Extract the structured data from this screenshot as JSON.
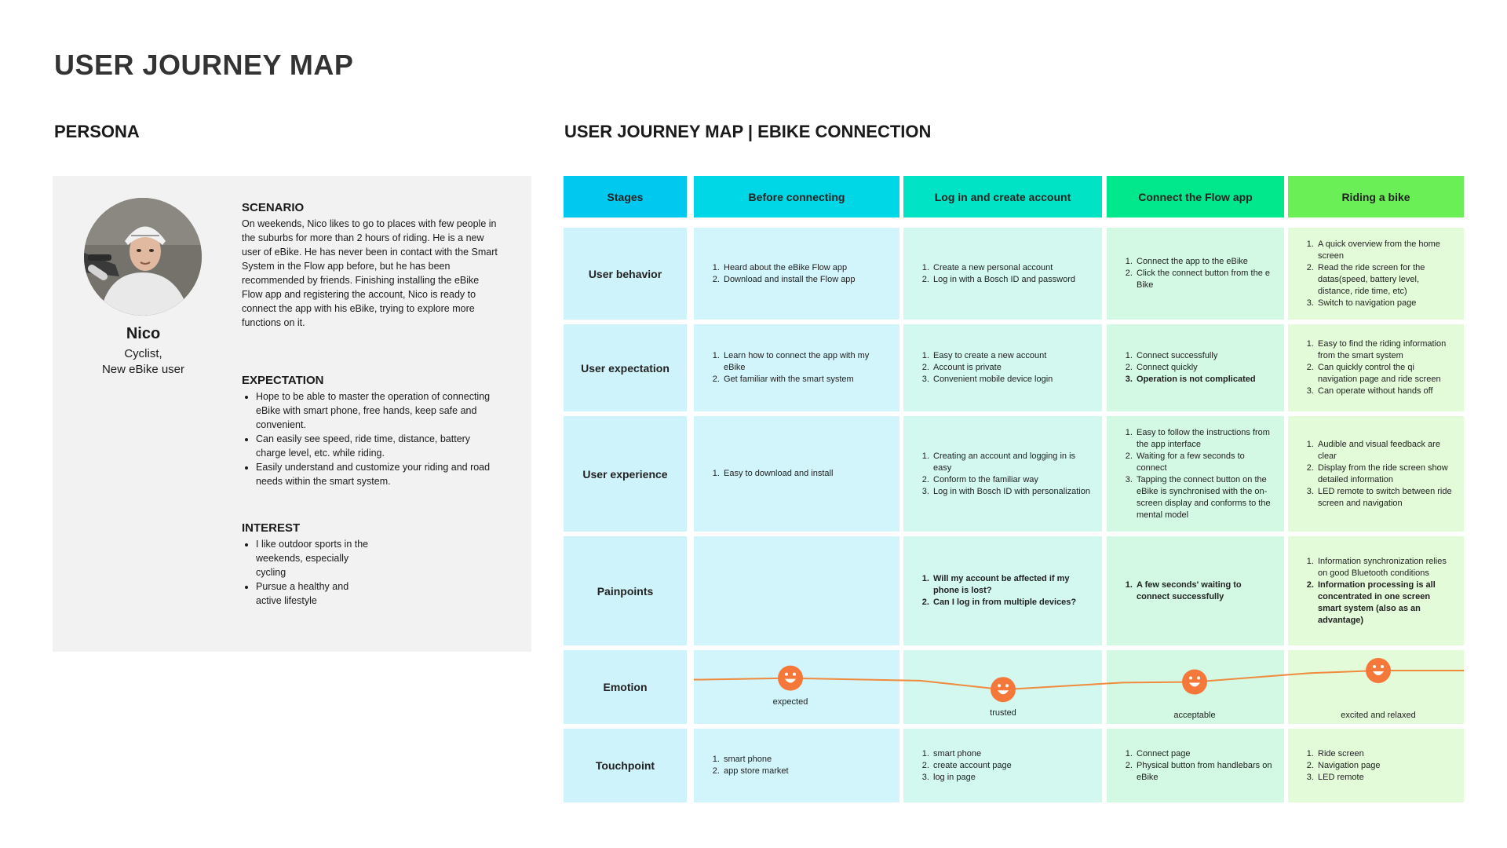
{
  "titles": {
    "main": "USER JOURNEY MAP",
    "persona": "PERSONA",
    "map": "USER JOURNEY MAP | EBIKE CONNECTION"
  },
  "persona": {
    "name": "Nico",
    "role_line1": "Cyclist,",
    "role_line2": "New eBike user",
    "scenario_title": "SCENARIO",
    "scenario_text": "On weekends, Nico likes to go to places with few people in the suburbs for more than 2 hours of riding. He is a new user of eBike. He has never been in contact with the Smart System in the Flow app before, but he has been recommended by friends. Finishing installing the eBike Flow app and registering the account, Nico is ready to connect the app with his eBike, trying to explore more functions on it.",
    "expectation_title": "EXPECTATION",
    "expectation_items": [
      "Hope to be able to master the operation of connecting eBike with smart phone, free hands, keep safe and convenient.",
      "Can easily see speed, ride time, distance, battery charge level, etc. while riding.",
      "Easily understand and customize your riding and road needs within the smart system."
    ],
    "interest_title": "INTEREST",
    "interest_items": [
      "I like outdoor sports in the weekends, especially cycling",
      "Pursue a healthy and active lifestyle"
    ]
  },
  "journey": {
    "stage_header": "Stages",
    "stages": [
      "Before connecting",
      "Log in and create account",
      "Connect the Flow app",
      "Riding a bike"
    ],
    "row_labels": {
      "behavior": "User behavior",
      "expectation": "User expectation",
      "experience": "User experience",
      "painpoints": "Painpoints",
      "emotion": "Emotion",
      "touchpoint": "Touchpoint"
    },
    "behavior": [
      [
        "Heard about the eBike Flow app",
        "Download and install the Flow app"
      ],
      [
        "Create a new personal account",
        "Log in with a Bosch ID and password"
      ],
      [
        "Connect the app to the eBike",
        "Click the connect button from the e Bike"
      ],
      [
        "A quick overview from the home screen",
        "Read the ride screen for the datas(speed, battery level, distance, ride time, etc)",
        "Switch to navigation page"
      ]
    ],
    "expectation": [
      [
        "Learn how to connect the app with my eBike",
        "Get familiar with the smart system"
      ],
      [
        "Easy to create a new account",
        "Account is private",
        "Convenient mobile device login"
      ],
      [
        "Connect successfully",
        "Connect quickly",
        "Operation is not complicated"
      ],
      [
        "Easy to find the riding information from the smart system",
        "Can quickly control the qi navigation page and ride screen",
        "Can operate without hands off"
      ]
    ],
    "experience": [
      [
        "Easy to download and install"
      ],
      [
        "Creating an account and logging in is easy",
        "Conform to the familiar way",
        "Log in with Bosch ID with personalization"
      ],
      [
        "Easy to follow the instructions from the app interface",
        "Waiting for a few seconds to connect",
        "Tapping the connect button on the eBike is synchronised with the on-screen display and conforms to the mental model"
      ],
      [
        "Audible and visual feedback are clear",
        "Display from the ride screen show detailed information",
        "LED remote to switch between ride screen and navigation"
      ]
    ],
    "painpoints": [
      [],
      [
        "Will my account be affected if my phone is lost?",
        "Can I log in from multiple devices?"
      ],
      [
        "A few seconds' waiting to connect successfully"
      ],
      [
        "Information synchronization relies on good Bluetooth conditions",
        "Information processing is all concentrated in one screen smart system (also as an advantage)"
      ]
    ],
    "emotions": [
      "expected",
      "trusted",
      "acceptable",
      "excited and relaxed"
    ],
    "emotion_level": [
      0.55,
      0.4,
      0.5,
      0.65
    ],
    "touchpoint": [
      [
        "smart phone",
        "app store market"
      ],
      [
        "smart phone",
        "create account page",
        "log in page"
      ],
      [
        "Connect page",
        "Physical button from handlebars on eBike"
      ],
      [
        "Ride screen",
        "Navigation page",
        "LED remote"
      ]
    ]
  },
  "colors": {
    "header_label": "#00c8ef",
    "header_stage1": "#00d7e6",
    "header_stage2": "#00e3c4",
    "header_stage3": "#00e88b",
    "header_stage4": "#6af056",
    "emotion_line": "#f08a3c",
    "emotion_face": "#f5783a"
  }
}
